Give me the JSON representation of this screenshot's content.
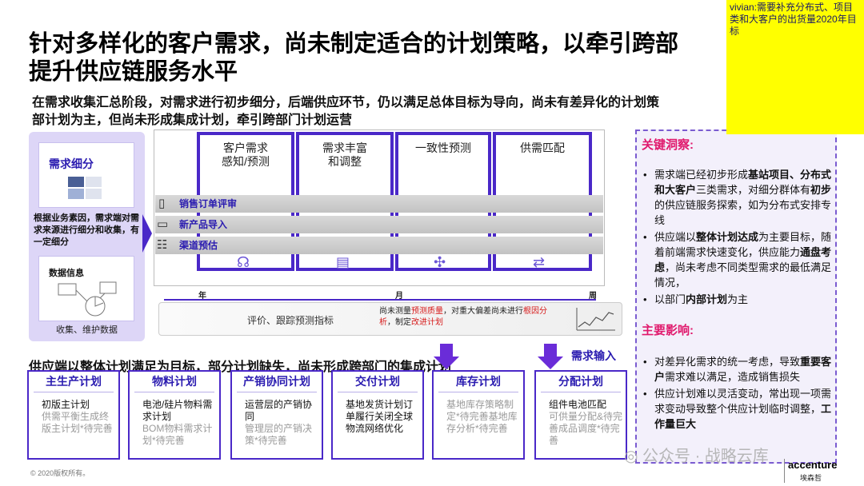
{
  "header": {
    "title_line1": "针对多样化的客户需求，尚未制定适合的计划策略，以牵引跨部",
    "title_line2": "提升供应链服务水平",
    "subtitle_line1": "在需求收集汇总阶段，对需求进行初步细分，后端供应环节，仍以满足总体目标为导向，尚未有差异化的计划策",
    "subtitle_line2": "部计划为主，但尚未形成集成计划，牵引跨部门计划运营"
  },
  "comment": {
    "text": "vivian:需要补充分布式、项目类和大客户的出货量2020年目标"
  },
  "left_panel": {
    "card1_title": "需求细分",
    "description": "根据业务素因，需求端对需求来源进行细分和收集，有一定细分",
    "card2_title": "数据信息",
    "caption": "收集、维护数据"
  },
  "process": {
    "stages": [
      "客户需求\n感知/预测",
      "需求丰富\n和调整",
      "一致性预测",
      "供需匹配"
    ],
    "bands": [
      "销售订单评审",
      "新产品导入",
      "渠道预估"
    ],
    "timeline": [
      "年",
      "月",
      "周"
    ],
    "eval_left": "评价、跟踪预测指标",
    "eval_a": "尚未测量",
    "eval_b": "预测质量",
    "eval_c": "，对重大偏差尚未进行",
    "eval_d": "根因分析",
    "eval_e": "，制定",
    "eval_f": "改进计划"
  },
  "right_panel": {
    "insight_title": "关键洞察:",
    "b1_a": "需求端已经初步形成",
    "b1_b": "基站项目、分布式和大客户",
    "b1_c": "三类需求，对细分群体有",
    "b1_d": "初步",
    "b1_e": "的供应链服务探索，如为分布式安排专线",
    "b2_a": "供应端以",
    "b2_b": "整体计划达成",
    "b2_c": "为主要目标，随着前端需求快速变化，供应能力",
    "b2_d": "通盘考虑",
    "b2_e": "，尚未考虑不同类型需求的最低满足情况，",
    "b3_a": "以部门",
    "b3_b": "内部计划",
    "b3_c": "为主",
    "impact_title": "主要影响:",
    "c1_a": "对差异化需求的统一考虑，导致",
    "c1_b": "重要客户",
    "c1_c": "需求难以满足，造成销售损失",
    "c2_a": "供应计划难以灵活变动，常出现一项需求变动导致整个供应计划临时调整，",
    "c2_b": "工作量巨大"
  },
  "bottom": {
    "title": "供应端以整体计划满足为目标，部分计划缺失，尚未形成跨部门的集成计划",
    "demand_input": "需求输入",
    "cards": [
      {
        "title": "主生产计划",
        "line1": "初版主计划",
        "line2": "供需平衡生成终版主计划*待完善"
      },
      {
        "title": "物料计划",
        "line1": "电池/硅片物料需求计划",
        "line2": "BOM物料需求计划*待完善"
      },
      {
        "title": "产销协同计划",
        "line1": "运营层的产销协同",
        "line2": "管理层的产销决策*待完善"
      },
      {
        "title": "交付计划",
        "line1": "基地发货计划订单履行关闭全球物流网络优化",
        "line2": ""
      },
      {
        "title": "库存计划",
        "line1": "",
        "line2": "基地库存策略制定*待完善基地库存分析*待完善"
      },
      {
        "title": "分配计划",
        "line1": "组件电池匹配",
        "line2": "可供量分配&待完善成品调度*待完善"
      }
    ]
  },
  "footer": {
    "copyright": "© 2020版权所有。",
    "watermark": "公众号 · 战略云库",
    "brand": "accenture",
    "brand_cn": "埃森哲"
  },
  "colors": {
    "accent": "#4a28c8",
    "highlight": "#e0186c",
    "note_bg": "#ffff00"
  }
}
